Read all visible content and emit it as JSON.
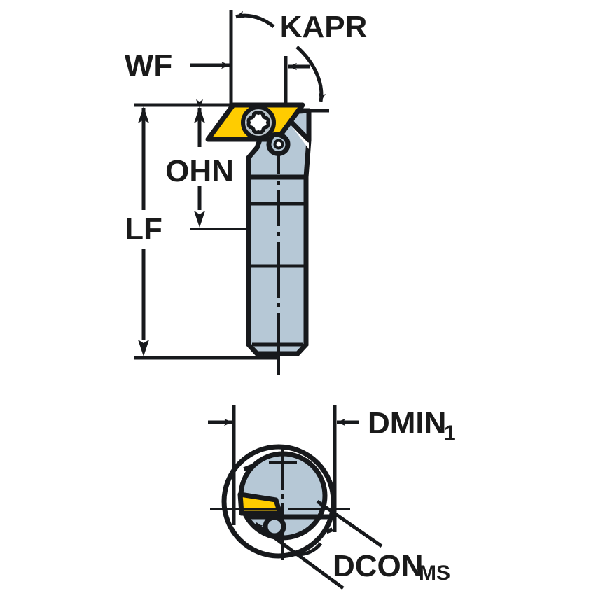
{
  "figure": {
    "title": "Boring bar tool dimension diagram",
    "views": [
      {
        "id": "side-view",
        "name": "Side view of boring bar with rhombic insert"
      },
      {
        "id": "end-view",
        "name": "End view (front) of boring bar"
      }
    ]
  },
  "labels": {
    "wf": "WF",
    "kapr": "KAPR",
    "ohn": "OHN",
    "lf": "LF",
    "dmin": "DMIN",
    "dmin_sub": "1",
    "dcon": "DCON",
    "dcon_sub": "MS"
  },
  "colors": {
    "insert_yellow": "#FFCC00",
    "shank_blue": "#b6c8d6",
    "shank_blue_dark": "#a8bccb",
    "outline_black": "#17191c",
    "screw_gray": "#b9c3ca",
    "background": "#ffffff"
  },
  "icons": {
    "torx_screw": "torx-screw-icon",
    "clamp_screw": "clamp-screw-icon",
    "arrow": "arrow-icon"
  }
}
